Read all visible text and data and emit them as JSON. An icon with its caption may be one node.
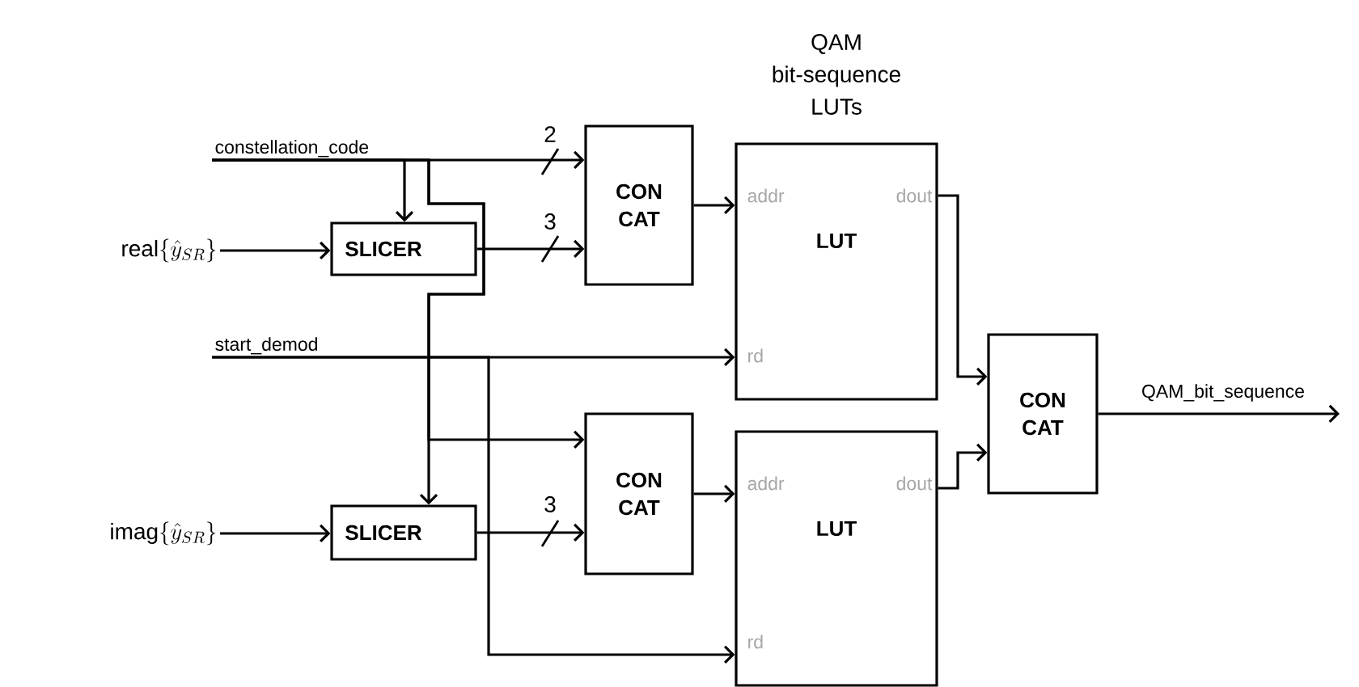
{
  "diagram": {
    "nodes": [
      {
        "text": [
          "constellation_code"
        ]
      },
      {
        "text": [
          "\\mathrm{real}\\{\\hat{y}_{SR}\\}"
        ]
      },
      {
        "text": [
          "SLICER"
        ]
      },
      {
        "text": [
          "CON CAT"
        ]
      },
      {
        "text": [
          "start_demod"
        ]
      },
      {
        "text": [
          "\\mathrm{imag}\\{\\hat{y}_{SR}\\}"
        ]
      },
      {
        "text": [
          "SLICER"
        ]
      },
      {
        "text": [
          "CON CAT"
        ]
      },
      {
        "text": [
          "addr",
          "dout",
          "LUT",
          "rd"
        ]
      },
      {
        "text": [
          "addr",
          "dout",
          "LUT",
          "rd"
        ]
      },
      {
        "text": [
          "CON CAT"
        ]
      }
    ],
    "edges": [
      {
        "from": 0,
        "to": 3,
        "arrow": "to",
        "label": "2"
      },
      {
        "from": 0,
        "to": 2,
        "arrow": "to"
      },
      {
        "from": 0,
        "to": 6,
        "arrow": "to"
      },
      {
        "from": 0,
        "to": 7,
        "arrow": "to"
      },
      {
        "from": 1,
        "to": 2,
        "arrow": "to"
      },
      {
        "from": 2,
        "to": 3,
        "arrow": "to",
        "label": "3"
      },
      {
        "from": 3,
        "to": 8,
        "arrow": "to"
      },
      {
        "from": 4,
        "to": 8,
        "arrow": "to"
      },
      {
        "from": 4,
        "to": 9,
        "arrow": "to"
      },
      {
        "from": 5,
        "to": 6,
        "arrow": "to"
      },
      {
        "from": 6,
        "to": 7,
        "arrow": "to",
        "label": "3"
      },
      {
        "from": 7,
        "to": 9,
        "arrow": "to"
      },
      {
        "from": 8,
        "to": 10,
        "arrow": "to"
      },
      {
        "from": 9,
        "to": 10,
        "arrow": "to"
      },
      {
        "from": 10,
        "to": null,
        "arrow": "to",
        "label": "QAM_bit_sequence"
      }
    ],
    "labels": [
      "QAM bit-sequence LUTs"
    ]
  }
}
